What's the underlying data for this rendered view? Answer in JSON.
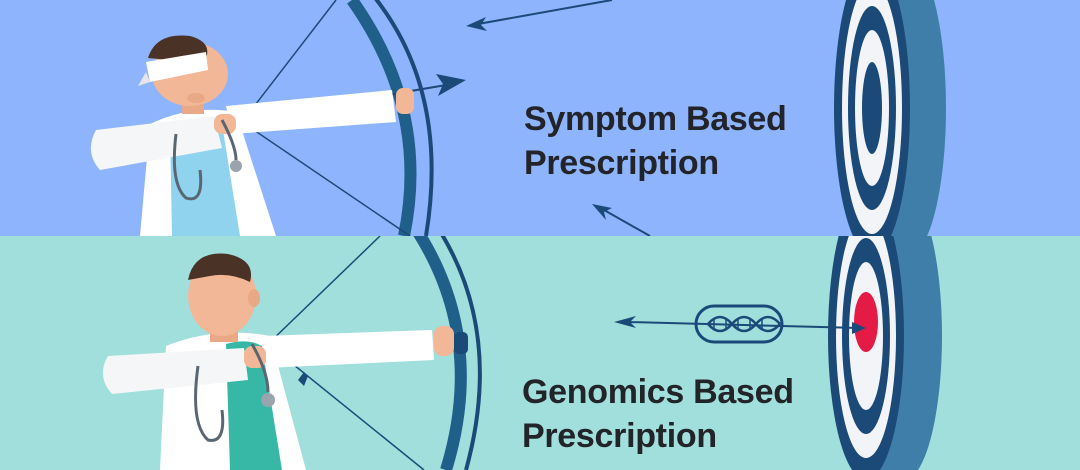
{
  "colors": {
    "top_background": "#8db4fc",
    "bottom_background": "#a0dfdb",
    "target_dark": "#1b4a78",
    "target_side": "#3f7ea8",
    "target_light": "#f2f4f7",
    "bullseye_red": "#e41c45",
    "bow": "#1f5f8a",
    "coat": "#ffffff",
    "scrubs": "#37b8a6",
    "caption_text": "#23232a"
  },
  "top_panel": {
    "caption_line1": "Symptom Based",
    "caption_line2": "Prescription",
    "icons": [
      "doctor-blindfolded-archer",
      "bow",
      "arrow",
      "target"
    ]
  },
  "bottom_panel": {
    "caption_line1": "Genomics Based",
    "caption_line2": "Prescription",
    "icons": [
      "doctor-archer",
      "bow",
      "dna-arrow",
      "target-bullseye"
    ]
  }
}
